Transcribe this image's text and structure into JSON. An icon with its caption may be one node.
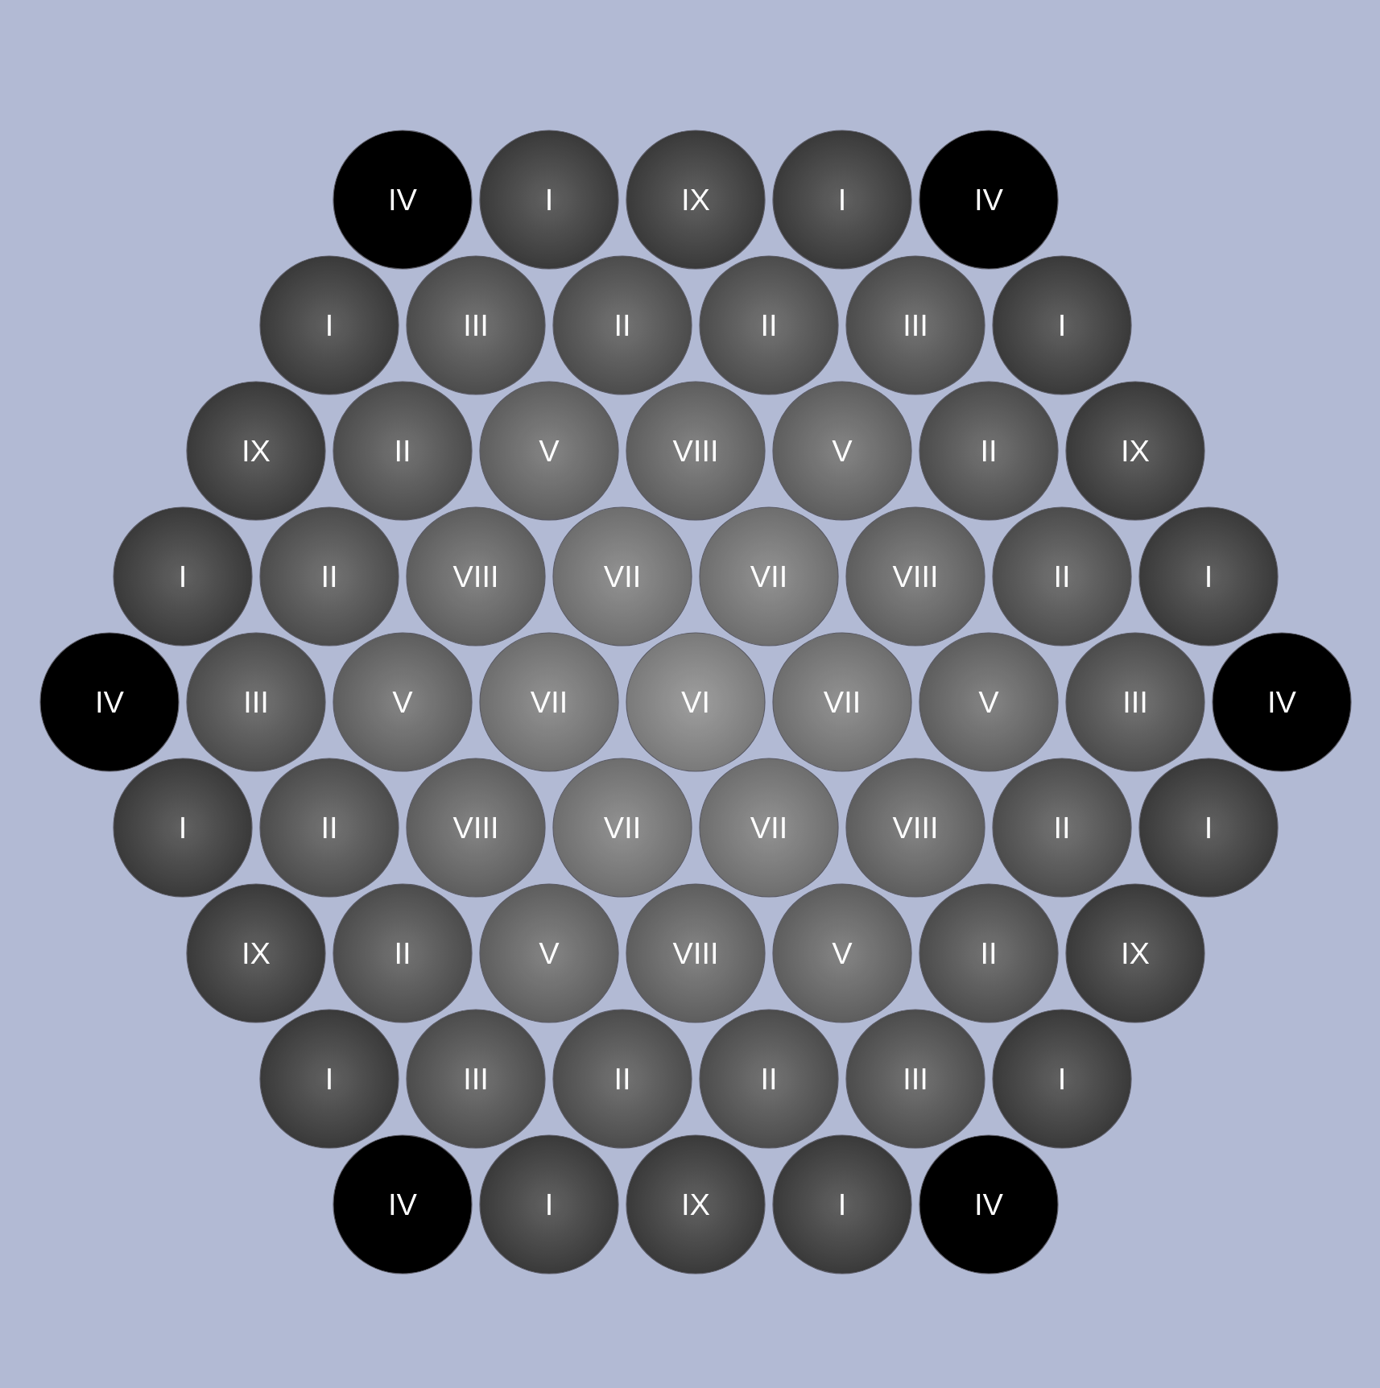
{
  "diagram": {
    "nodes": [
      {
        "text": [
          "IV"
        ]
      },
      {
        "text": [
          "I"
        ]
      },
      {
        "text": [
          "IX"
        ]
      },
      {
        "text": [
          "I"
        ]
      },
      {
        "text": [
          "IV"
        ]
      },
      {
        "text": [
          "I"
        ]
      },
      {
        "text": [
          "III"
        ]
      },
      {
        "text": [
          "II"
        ]
      },
      {
        "text": [
          "II"
        ]
      },
      {
        "text": [
          "III"
        ]
      },
      {
        "text": [
          "I"
        ]
      },
      {
        "text": [
          "IX"
        ]
      },
      {
        "text": [
          "II"
        ]
      },
      {
        "text": [
          "V"
        ]
      },
      {
        "text": [
          "VIII"
        ]
      },
      {
        "text": [
          "V"
        ]
      },
      {
        "text": [
          "II"
        ]
      },
      {
        "text": [
          "IX"
        ]
      },
      {
        "text": [
          "I"
        ]
      },
      {
        "text": [
          "II"
        ]
      },
      {
        "text": [
          "VIII"
        ]
      },
      {
        "text": [
          "VII"
        ]
      },
      {
        "text": [
          "VII"
        ]
      },
      {
        "text": [
          "VIII"
        ]
      },
      {
        "text": [
          "II"
        ]
      },
      {
        "text": [
          "I"
        ]
      },
      {
        "text": [
          "IV"
        ]
      },
      {
        "text": [
          "III"
        ]
      },
      {
        "text": [
          "V"
        ]
      },
      {
        "text": [
          "VII"
        ]
      },
      {
        "text": [
          "VI"
        ]
      },
      {
        "text": [
          "VII"
        ]
      },
      {
        "text": [
          "V"
        ]
      },
      {
        "text": [
          "III"
        ]
      },
      {
        "text": [
          "IV"
        ]
      },
      {
        "text": [
          "I"
        ]
      },
      {
        "text": [
          "II"
        ]
      },
      {
        "text": [
          "VIII"
        ]
      },
      {
        "text": [
          "VII"
        ]
      },
      {
        "text": [
          "VII"
        ]
      },
      {
        "text": [
          "VIII"
        ]
      },
      {
        "text": [
          "II"
        ]
      },
      {
        "text": [
          "I"
        ]
      },
      {
        "text": [
          "IX"
        ]
      },
      {
        "text": [
          "II"
        ]
      },
      {
        "text": [
          "V"
        ]
      },
      {
        "text": [
          "VIII"
        ]
      },
      {
        "text": [
          "V"
        ]
      },
      {
        "text": [
          "II"
        ]
      },
      {
        "text": [
          "IX"
        ]
      },
      {
        "text": [
          "I"
        ]
      },
      {
        "text": [
          "III"
        ]
      },
      {
        "text": [
          "II"
        ]
      },
      {
        "text": [
          "II"
        ]
      },
      {
        "text": [
          "III"
        ]
      },
      {
        "text": [
          "I"
        ]
      },
      {
        "text": [
          "IV"
        ]
      },
      {
        "text": [
          "I"
        ]
      },
      {
        "text": [
          "IX"
        ]
      },
      {
        "text": [
          "I"
        ]
      },
      {
        "text": [
          "IV"
        ]
      }
    ]
  }
}
